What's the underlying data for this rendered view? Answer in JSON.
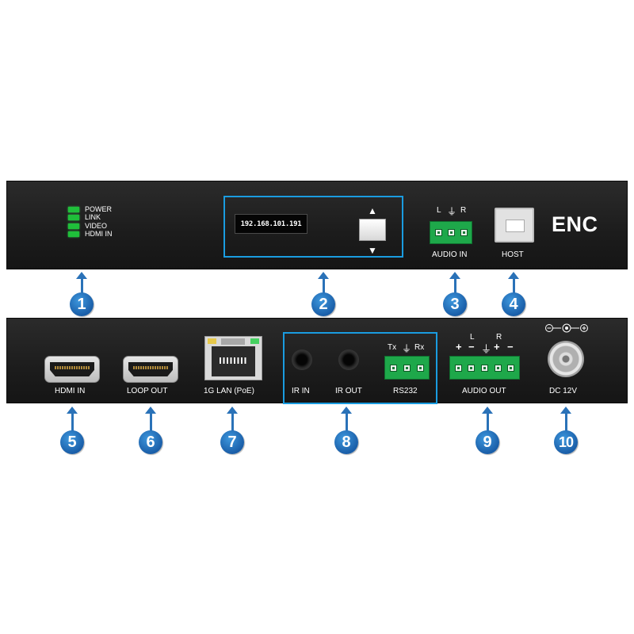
{
  "front": {
    "leds": [
      "POWER",
      "LINK",
      "VIDEO",
      "HDMI IN"
    ],
    "display_text": "192.168.101.191",
    "up_arrow": "▲",
    "down_arrow": "▼",
    "audio_in_channels": {
      "left": "L",
      "ground": "⏚",
      "right": "R"
    },
    "audio_in_label": "AUDIO IN",
    "host_label": "HOST",
    "model_label": "ENC",
    "led_color": "#1fbf3a"
  },
  "rear": {
    "hdmi_in_label": "HDMI IN",
    "loop_out_label": "LOOP  OUT",
    "lan_label": "1G LAN (PoE)",
    "ir_in_label": "IR IN",
    "ir_out_label": "IR OUT",
    "rs232_pins": {
      "tx": "Tx",
      "ground": "⏚",
      "rx": "Rx"
    },
    "rs232_label": "RS232",
    "audio_out_channels": {
      "left": "L",
      "right": "R"
    },
    "audio_out_pins": [
      "+",
      "−",
      "⏚",
      "+",
      "−"
    ],
    "audio_out_label": "AUDIO OUT",
    "dc_label": "DC 12V"
  },
  "callouts": [
    "1",
    "2",
    "3",
    "4",
    "5",
    "6",
    "7",
    "8",
    "9",
    "10"
  ],
  "colors": {
    "callout_blue": "#1a5ea8",
    "highlight_box": "#1a9ce0",
    "terminal_green": "#1ea84a"
  }
}
